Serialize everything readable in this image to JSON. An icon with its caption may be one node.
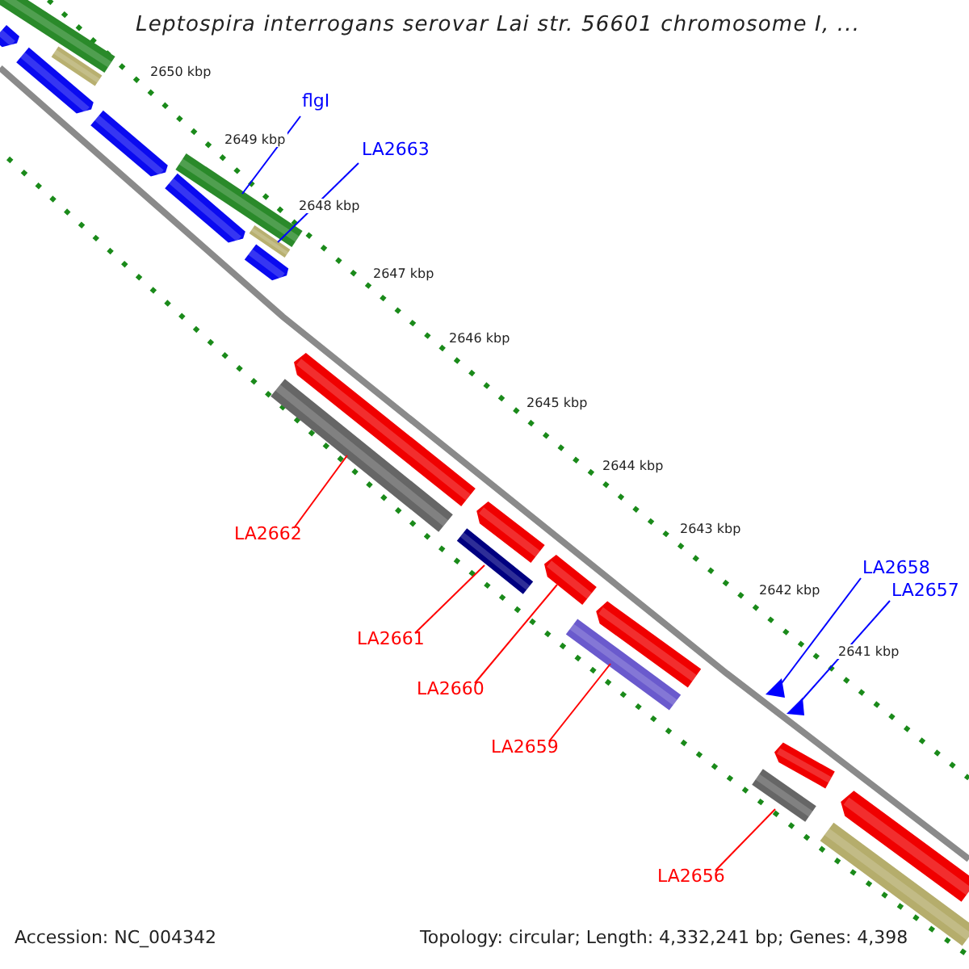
{
  "diagram": {
    "title": "Leptospira interrogans serovar Lai str. 56601 chromosome I, ...",
    "nodes": [
      {
        "text": [
          "flgI"
        ]
      },
      {
        "text": [
          "LA2663"
        ]
      },
      {
        "text": [
          "LA2662"
        ]
      },
      {
        "text": [
          "LA2661"
        ]
      },
      {
        "text": [
          "LA2660"
        ]
      },
      {
        "text": [
          "LA2659"
        ]
      },
      {
        "text": [
          "LA2658"
        ]
      },
      {
        "text": [
          "LA2657"
        ]
      },
      {
        "text": [
          "LA2656"
        ]
      },
      {
        "text": [],
        "shape": "bar"
      },
      {
        "text": [],
        "shape": "bar"
      },
      {
        "text": [],
        "shape": "bar"
      },
      {
        "text": [],
        "shape": "bar"
      },
      {
        "text": [],
        "shape": "bar"
      },
      {
        "text": [],
        "shape": "bar"
      },
      {
        "text": [],
        "shape": "bar"
      },
      {
        "text": [],
        "shape": "bar"
      },
      {
        "text": [],
        "shape": "bar"
      },
      {
        "text": [],
        "shape": "bar"
      },
      {
        "text": [],
        "shape": "bar"
      },
      {
        "text": [],
        "shape": "bar"
      },
      {
        "text": [],
        "shape": "bar"
      },
      {
        "text": [],
        "shape": "bar"
      },
      {
        "text": [],
        "shape": "bar"
      },
      {
        "text": [],
        "shape": "bar"
      },
      {
        "text": [],
        "shape": "triangle"
      },
      {
        "text": [],
        "shape": "triangle"
      },
      {
        "text": [],
        "shape": "bar"
      },
      {
        "text": [],
        "shape": "bar"
      },
      {
        "text": [],
        "shape": "bar"
      },
      {
        "text": [],
        "shape": "bar"
      }
    ],
    "edges": [
      {
        "from": 0,
        "to": 16,
        "arrow": "none",
        "color": "#0000ff"
      },
      {
        "from": 1,
        "to": 17,
        "arrow": "none",
        "color": "#0000ff"
      },
      {
        "from": 2,
        "to": 19,
        "arrow": "none"
      },
      {
        "from": 3,
        "to": 21,
        "arrow": "none"
      },
      {
        "from": 4,
        "to": 22,
        "arrow": "none"
      },
      {
        "from": 5,
        "to": 24,
        "arrow": "none"
      },
      {
        "from": 6,
        "to": 25,
        "arrow": "none",
        "color": "#0000ff"
      },
      {
        "from": 7,
        "to": 26,
        "arrow": "none",
        "color": "#0000ff"
      },
      {
        "from": 8,
        "to": 28,
        "arrow": "none"
      }
    ],
    "labels": [
      "2650 kbp",
      "2649 kbp",
      "2648 kbp",
      "2647 kbp",
      "2646 kbp",
      "2645 kbp",
      "2644 kbp",
      "2643 kbp",
      "2642 kbp",
      "2641 kbp",
      "Accession: NC_004342",
      "Topology: circular; Length: 4,332,241 bp; Genes: 4,398"
    ]
  }
}
